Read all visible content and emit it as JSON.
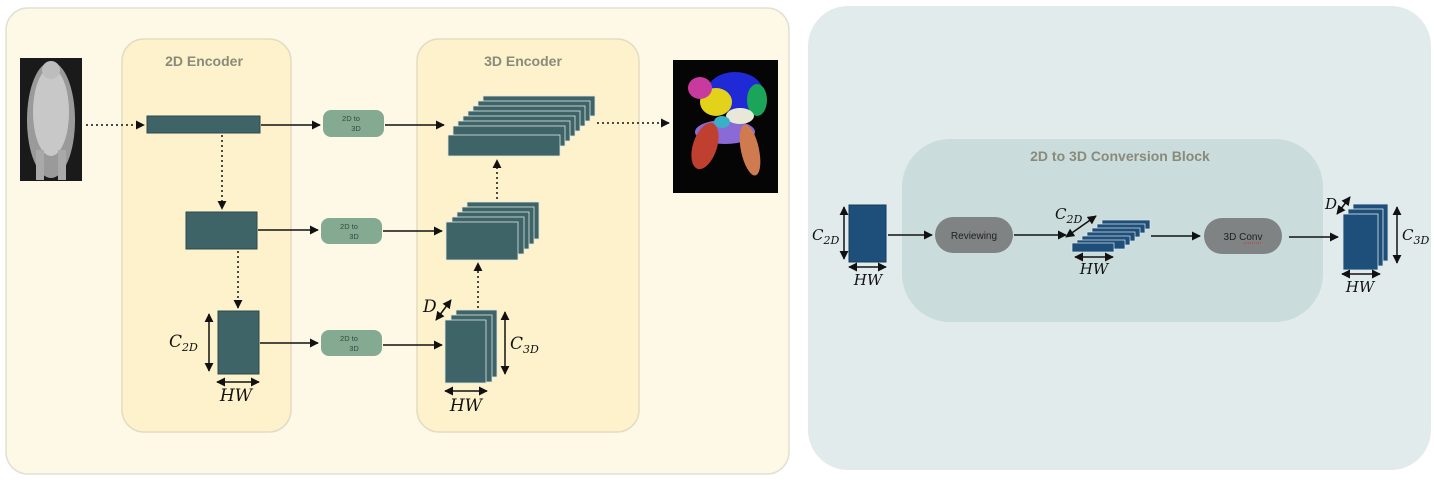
{
  "left_panel": {
    "encoder_2d_title": "2D Encoder",
    "encoder_3d_title": "3D Encoder",
    "pill_line1": "2D to",
    "pill_line2": "3D",
    "c2d_main": "C",
    "c2d_sub": "2D",
    "hw": "HW",
    "d": "D",
    "c3d_main": "C",
    "c3d_sub": "3D"
  },
  "right_panel": {
    "block_title": "2D to 3D Conversion Block",
    "reviewing": "Reviewing",
    "conv3d": "3D Conv",
    "c2d_main": "C",
    "c2d_sub": "2D",
    "hw": "HW",
    "d": "D",
    "c3d_main": "C",
    "c3d_sub": "3D"
  },
  "colors": {
    "left_bg": "#fdf9e6",
    "right_bg": "#e2ebec",
    "encoder_bg": "#fdf2cc",
    "block_teal": "#3f6468",
    "block_blue": "#1e4f7a",
    "pill_green": "#84ab92",
    "op_gray": "#7f8383"
  }
}
